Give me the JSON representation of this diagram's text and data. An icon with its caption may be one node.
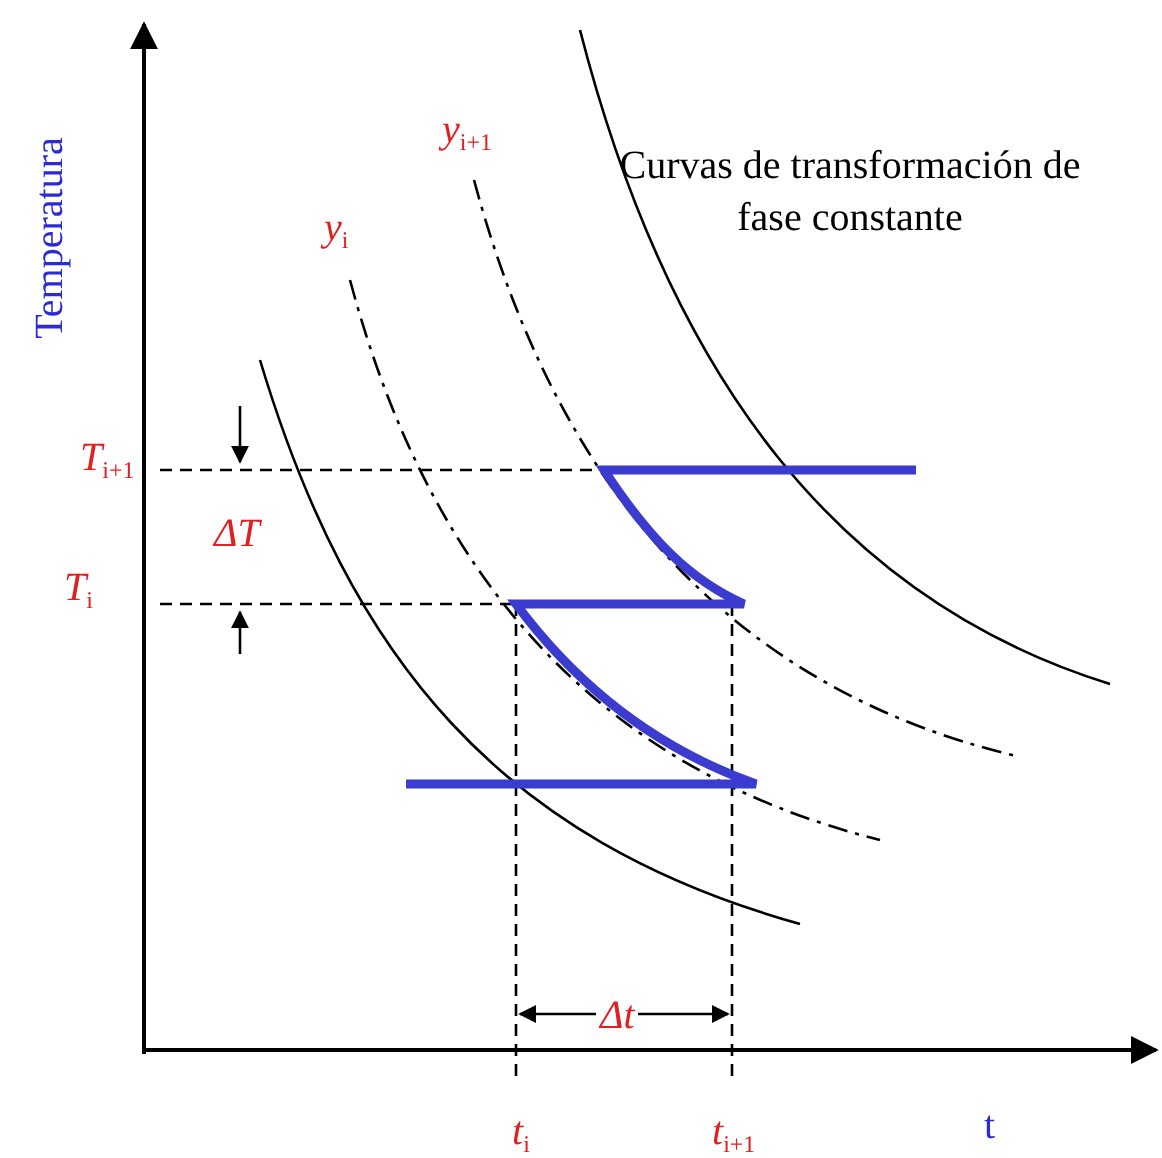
{
  "diagram": {
    "labels": [
      "Temperatura",
      "*y*$_{i+1}$",
      "Curvas de transformación de fase constante",
      "*y*$_{i}$",
      "*T*$_{i+1}$",
      "ΔT",
      "*T*$_{i}$",
      "Δt",
      "*t*$_{i}$",
      "*t*$_{i+1}$",
      "t"
    ]
  }
}
